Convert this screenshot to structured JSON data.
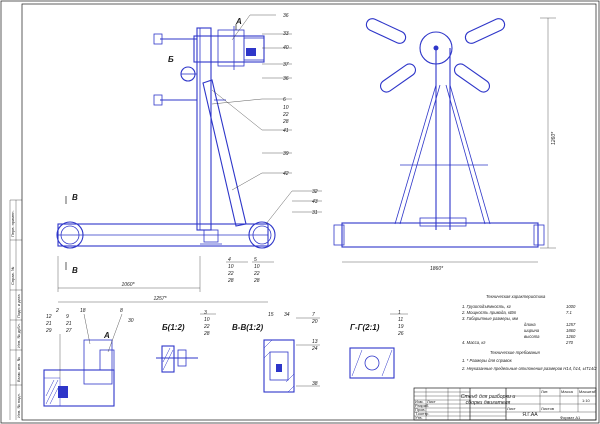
{
  "balloons_front": [
    "36",
    "33",
    "40",
    "37",
    "36",
    "6",
    "10",
    "22",
    "28",
    "41",
    "39",
    "42",
    "32",
    "43",
    "31"
  ],
  "balloon_groups_bottom": [
    [
      "4",
      "10",
      "22",
      "28"
    ],
    [
      "5",
      "10",
      "22",
      "28"
    ]
  ],
  "section_markers": {
    "A": "A",
    "B": "Б",
    "V_top": "В",
    "V_bottom": "В"
  },
  "dimensions": {
    "width_main": "1060*",
    "width_side": "1860*",
    "height": "1260*",
    "base_length": "1257*"
  },
  "detail_titles": {
    "detail_a": "А",
    "detail_b": "Б(1:2)",
    "detail_v": "В-В(1:2)",
    "detail_g": "Г-Г(2:1)"
  },
  "detail_balloons": {
    "a_stacks": [
      [
        "12",
        "21",
        "29"
      ],
      [
        "9",
        "21",
        "27"
      ]
    ],
    "a_singles": [
      "2",
      "18",
      "8",
      "30"
    ],
    "b_stack": [
      "3",
      "10",
      "22",
      "28"
    ],
    "v_left": [
      "15",
      "34"
    ],
    "v_right": [
      "7",
      "20",
      "13",
      "24"
    ],
    "v_bottom": "38",
    "g_stack": [
      "1",
      "11",
      "19",
      "26"
    ]
  },
  "specs": {
    "title": "Техническая характеристика",
    "items": [
      {
        "label": "1. Грузоподъёмность, кг",
        "value": "1000"
      },
      {
        "label": "2. Мощность привода, кВт",
        "value": "7.1"
      },
      {
        "label": "3. Габаритные размеры, мм",
        "value": ""
      },
      {
        "label": "длина",
        "value": "1257"
      },
      {
        "label": "ширина",
        "value": "1860"
      },
      {
        "label": "высота",
        "value": "1260"
      },
      {
        "label": "4. Масса, кг",
        "value": "270"
      }
    ]
  },
  "requirements": {
    "title": "Технические требования",
    "items": [
      "1. * Размеры для справок",
      "2. Неуказанные предельные отклонения размеров Н14, h14, ±IT14/2"
    ]
  },
  "title_block": {
    "name_line1": "Стенд для разборки и",
    "name_line2": "сборки двигателя",
    "org": "Я.Г.АА",
    "format": "Формат А1",
    "row_labels": [
      "Изм.",
      "Лист",
      "Разраб.",
      "Пров.",
      "Т.контр.",
      "Н.контр.",
      "Утв."
    ],
    "cols": [
      "Лит.",
      "Масса",
      "Масштаб"
    ],
    "scale": "1:10",
    "sheet": "Лист",
    "sheets": "Листов"
  },
  "left_strip": [
    "Перв. примен.",
    "Справ. №",
    "Подп. и дата",
    "Инв. № дубл.",
    "Взам. инв. №",
    "Подп. и дата",
    "Инв. № подл."
  ]
}
